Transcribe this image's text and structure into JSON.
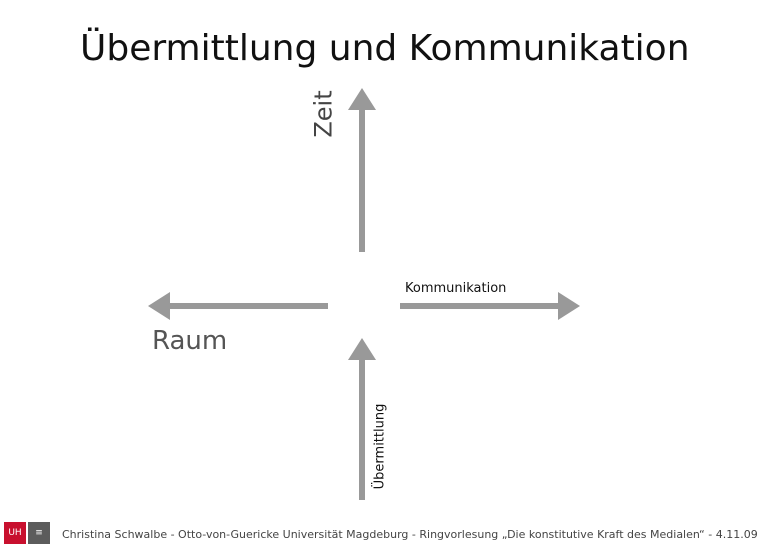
{
  "slide": {
    "title": "Übermittlung und Kommunikation"
  },
  "diagram": {
    "arrows": [
      {
        "id": "zeit",
        "direction": "up",
        "label": "Zeit"
      },
      {
        "id": "raum",
        "direction": "left",
        "label": "Raum"
      },
      {
        "id": "kommunikation",
        "direction": "right",
        "label": "Kommunikation"
      },
      {
        "id": "uebermittlung",
        "direction": "up",
        "label": "Übermittlung"
      }
    ],
    "arrow_color": "#999999"
  },
  "footer": {
    "text": "Christina Schwalbe - Otto-von-Guericke Universität Magdeburg - Ringvorlesung „Die konstitutive Kraft des Medialen“ - 4.11.09",
    "logos": [
      "university-logo-icon",
      "faculty-logo-icon"
    ]
  }
}
